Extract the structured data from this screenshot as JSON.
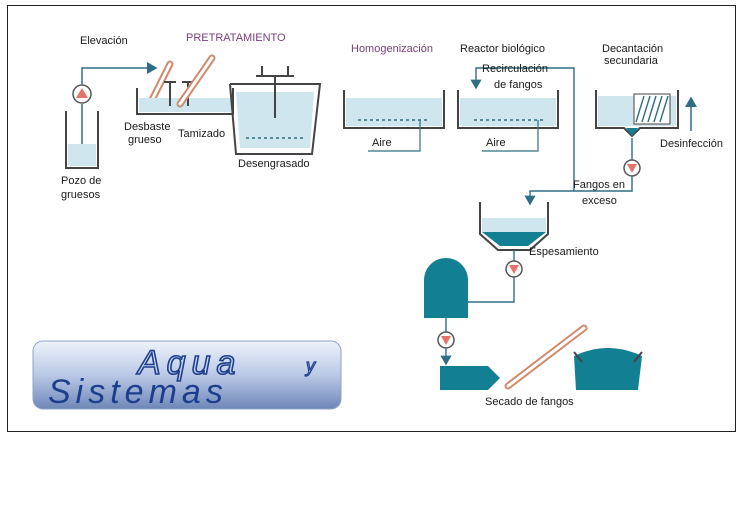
{
  "labels": {
    "elevacion": "Elevación",
    "pretratamiento": "PRETRATAMIENTO",
    "homogenizacion": "Homogenización",
    "reactor_biologico": "Reactor biológico",
    "decantacion_line1": "Decantación",
    "decantacion_line2": "secundaria",
    "recirculacion_line1": "Recirculación",
    "recirculacion_line2": "de fangos",
    "desbaste_line1": "Desbaste",
    "desbaste_line2": "grueso",
    "tamizado": "Tamizado",
    "desengrasado": "Desengrasado",
    "pozo_line1": "Pozo de",
    "pozo_line2": "gruesos",
    "aire_1": "Aire",
    "aire_2": "Aire",
    "desinfeccion": "Desinfección",
    "fangos_exceso_line1": "Fangos en",
    "fangos_exceso_line2": "exceso",
    "espesamiento": "Espesamiento",
    "secado": "Secado de fangos"
  },
  "logo": {
    "word1": "Aqua",
    "word2": "y",
    "word3": "Sistemas"
  },
  "colors": {
    "water": "#cfe6ef",
    "sludge": "#127f93",
    "pipe": "#2f6f85",
    "pump": "#e4736a",
    "label_purple": "#7b3f7b",
    "logo_text": "#1d3d8f"
  }
}
